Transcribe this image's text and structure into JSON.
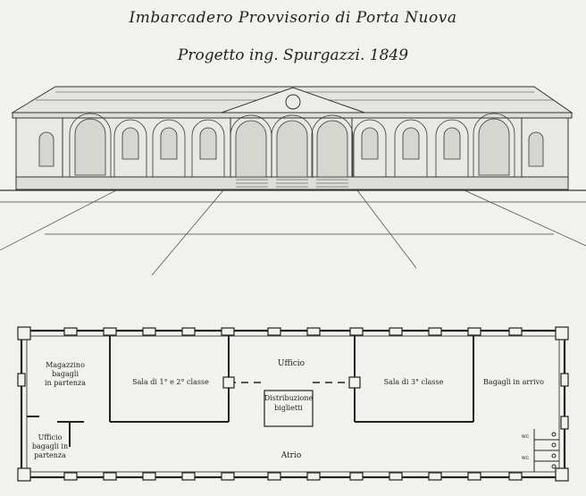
{
  "title": "Imbarcadero Provvisorio di Porta Nuova",
  "subtitle": "Progetto ing. Spurgazzi. 1849",
  "plan_labels": {
    "magazzino_1": "Magazzino",
    "magazzino_2": "bagagli",
    "magazzino_3": "in partenza",
    "sala_prima": "Sala di 1° e 2° classe",
    "ufficio": "Ufficio",
    "distribuzione_1": "Distribuzione",
    "distribuzione_2": "biglietti",
    "sala_terza": "Sala di 3° classe",
    "bagagli_arrivo": "Bagagli in arrivo",
    "ufficio_bag_1": "Ufficio",
    "ufficio_bag_2": "bagagli in",
    "ufficio_bag_3": "partenza",
    "atrio": "Atrio",
    "wc_1": "wc",
    "wc_2": "wc"
  }
}
